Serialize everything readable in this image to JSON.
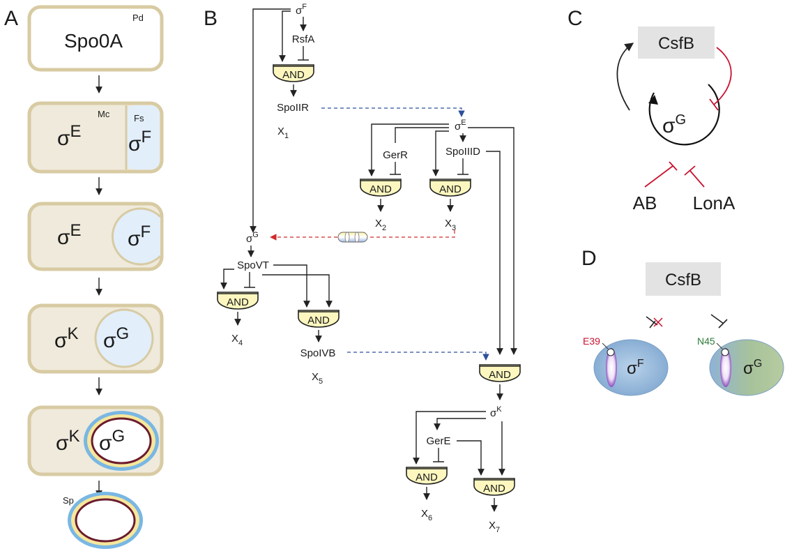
{
  "panels": {
    "a": "A",
    "b": "B",
    "c": "C",
    "d": "D"
  },
  "sigma": "σ",
  "panel_a": {
    "stage1": {
      "label": "Spo0A",
      "tag": "Pd"
    },
    "stage2": {
      "mc": "Mc",
      "fs": "Fs",
      "left": "E",
      "right": "F"
    },
    "stage3": {
      "left": "E",
      "right": "F"
    },
    "stage4": {
      "left": "K",
      "right": "G"
    },
    "stage5": {
      "left": "K",
      "right": "G"
    },
    "stage6": {
      "tag": "Sp"
    }
  },
  "panel_b": {
    "sig_f": "F",
    "sig_e": "E",
    "sig_g": "G",
    "sig_k": "K",
    "genes": {
      "rsfa": "RsfA",
      "spoiir": "SpoIIR",
      "gerr": "GerR",
      "spoiiid": "SpoIIID",
      "spovt": "SpoVT",
      "spoivb": "SpoIVB",
      "gere": "GerE"
    },
    "gate": "AND",
    "x": "X",
    "outputs": [
      "1",
      "2",
      "3",
      "4",
      "5",
      "6",
      "7"
    ]
  },
  "panel_c": {
    "csfb": "CsfB",
    "sig": "G",
    "ab": "AB",
    "lona": "LonA"
  },
  "panel_d": {
    "csfb": "CsfB",
    "mut_left": "E39",
    "mut_right": "N45",
    "sig_left": "F",
    "sig_right": "G"
  },
  "colors": {
    "cell_fill": "#efeadb",
    "cell_border": "#d8cba3",
    "spore_fill": "#e2eefa",
    "gate_fill": "#fdf7bf",
    "coat_blue": "#79b7e4",
    "coat_yellow": "#f6e79c",
    "cortex": "#6b1b2e",
    "inhibit_red": "#c8102e",
    "sigF_cell": "#8fb3d6",
    "sigG_cell": "#b2c89f"
  }
}
